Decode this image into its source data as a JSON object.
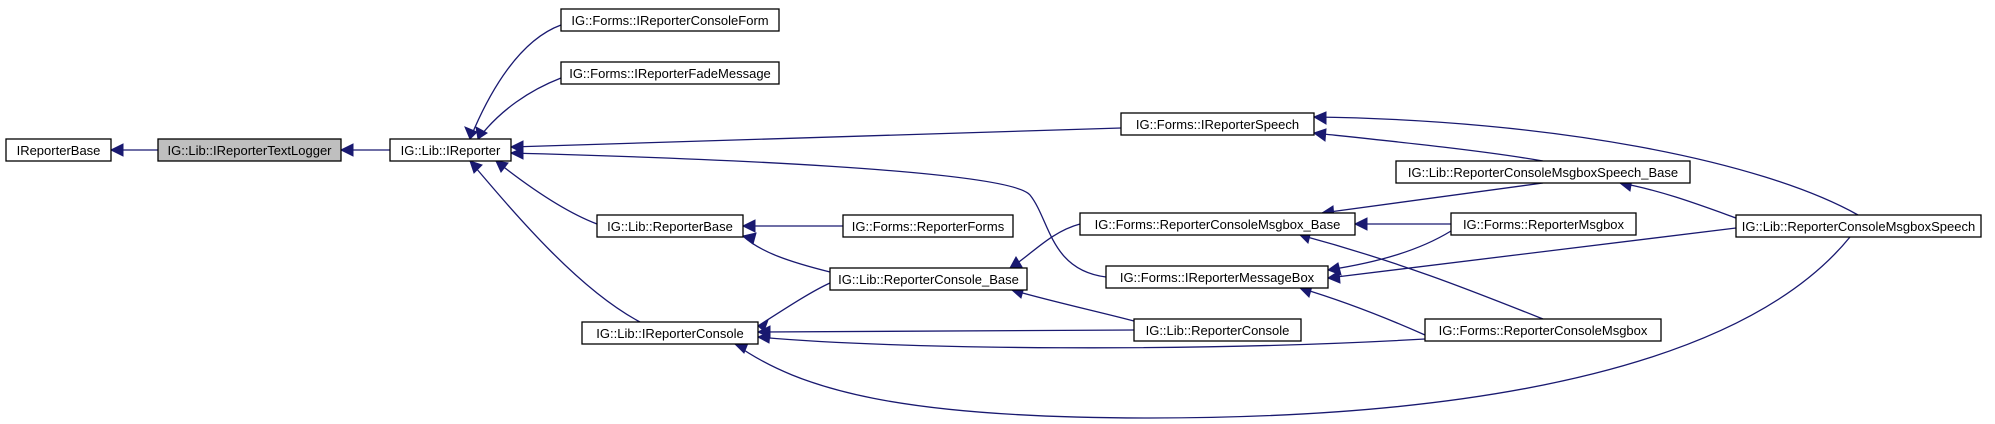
{
  "diagram": {
    "kind": "inheritance-graph",
    "nodes": {
      "ireporterbase": "IReporterBase",
      "ireportertextlogger": "IG::Lib::IReporterTextLogger",
      "ireporter": "IG::Lib::IReporter",
      "ireporterconsoleform": "IG::Forms::IReporterConsoleForm",
      "ireporterfademessage": "IG::Forms::IReporterFadeMessage",
      "reporterbase": "IG::Lib::ReporterBase",
      "ireporterconsole": "IG::Lib::IReporterConsole",
      "reporterforms": "IG::Forms::ReporterForms",
      "reporterconsole_base": "IG::Lib::ReporterConsole_Base",
      "ireporterspeech": "IG::Forms::IReporterSpeech",
      "reporterconsolemsgbox_base": "IG::Forms::ReporterConsoleMsgbox_Base",
      "ireportermessagebox": "IG::Forms::IReporterMessageBox",
      "reporterconsole": "IG::Lib::ReporterConsole",
      "reporterconsolemsgboxspeech_base": "IG::Lib::ReporterConsoleMsgboxSpeech_Base",
      "reportermsgbox": "IG::Forms::ReporterMsgbox",
      "reporterconsolemsgbox": "IG::Forms::ReporterConsoleMsgbox",
      "reporterconsolemsgboxspeech": "IG::Lib::ReporterConsoleMsgboxSpeech"
    },
    "current_node": "ireportertextlogger",
    "edges": [
      {
        "from": "ireportertextlogger",
        "to": "ireporterbase"
      },
      {
        "from": "ireporter",
        "to": "ireportertextlogger"
      },
      {
        "from": "ireporterconsoleform",
        "to": "ireporter"
      },
      {
        "from": "ireporterfademessage",
        "to": "ireporter"
      },
      {
        "from": "reporterbase",
        "to": "ireporter"
      },
      {
        "from": "ireporterconsole",
        "to": "ireporter"
      },
      {
        "from": "ireporterspeech",
        "to": "ireporter"
      },
      {
        "from": "ireportermessagebox",
        "to": "ireporter"
      },
      {
        "from": "reporterforms",
        "to": "reporterbase"
      },
      {
        "from": "reporterconsole_base",
        "to": "reporterbase"
      },
      {
        "from": "reporterconsole_base",
        "to": "ireporterconsole"
      },
      {
        "from": "reporterconsole",
        "to": "ireporterconsole"
      },
      {
        "from": "reporterconsolemsgbox",
        "to": "ireporterconsole"
      },
      {
        "from": "reporterconsolemsgboxspeech",
        "to": "ireporterconsole"
      },
      {
        "from": "reporterconsolemsgbox_base",
        "to": "reporterconsole_base"
      },
      {
        "from": "reporterconsole",
        "to": "reporterconsole_base"
      },
      {
        "from": "reporterconsolemsgboxspeech_base",
        "to": "ireporterspeech"
      },
      {
        "from": "reporterconsolemsgboxspeech",
        "to": "ireporterspeech"
      },
      {
        "from": "reporterconsolemsgboxspeech_base",
        "to": "reporterconsolemsgbox_base"
      },
      {
        "from": "reportermsgbox",
        "to": "reporterconsolemsgbox_base"
      },
      {
        "from": "reporterconsolemsgbox",
        "to": "reporterconsolemsgbox_base"
      },
      {
        "from": "reportermsgbox",
        "to": "ireportermessagebox"
      },
      {
        "from": "reporterconsolemsgbox",
        "to": "ireportermessagebox"
      },
      {
        "from": "reporterconsolemsgboxspeech",
        "to": "ireportermessagebox"
      },
      {
        "from": "reporterconsolemsgboxspeech",
        "to": "reporterconsolemsgboxspeech_base"
      }
    ],
    "colors": {
      "edge": "#191970",
      "node_border": "#000000",
      "current_node_fill": "#bfbfbf",
      "node_fill": "#ffffff"
    }
  }
}
